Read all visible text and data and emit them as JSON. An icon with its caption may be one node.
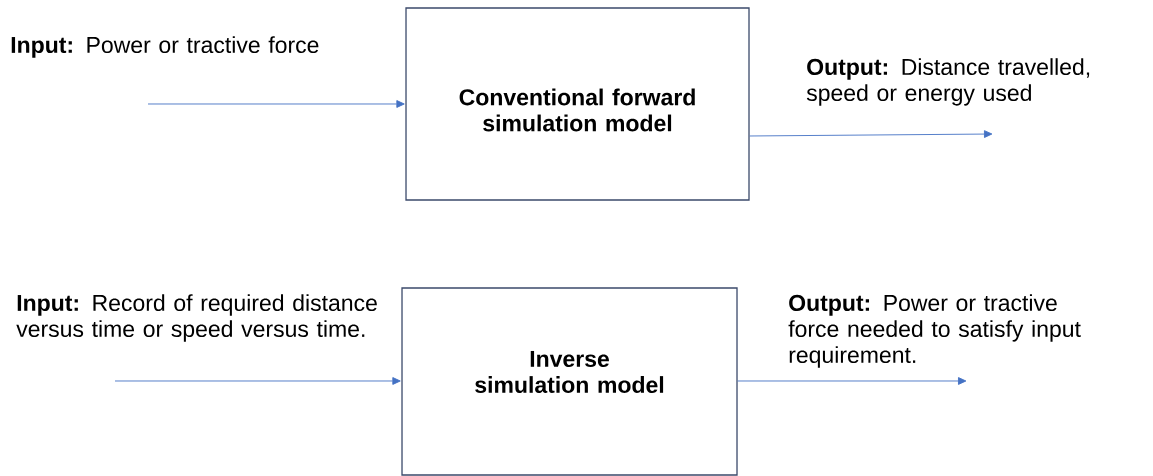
{
  "diagram": {
    "nodes": [
      {
        "text": [
          "Conventional forward simulation model"
        ]
      },
      {
        "text": [
          "Inverse simulation model"
        ]
      }
    ],
    "edges": [
      {
        "from": null,
        "to": 0,
        "arrow": "to",
        "label": "**Input:** Power or tractive force"
      },
      {
        "from": 0,
        "to": null,
        "arrow": "to",
        "label": "**Output:** Distance travelled, speed or energy used"
      },
      {
        "from": null,
        "to": 1,
        "arrow": "to",
        "label": "**Input:** Record of required distance versus time or speed versus time."
      },
      {
        "from": 1,
        "to": null,
        "arrow": "to",
        "label": "**Output:** Power or tractive force needed to satisfy input requirement."
      }
    ]
  }
}
